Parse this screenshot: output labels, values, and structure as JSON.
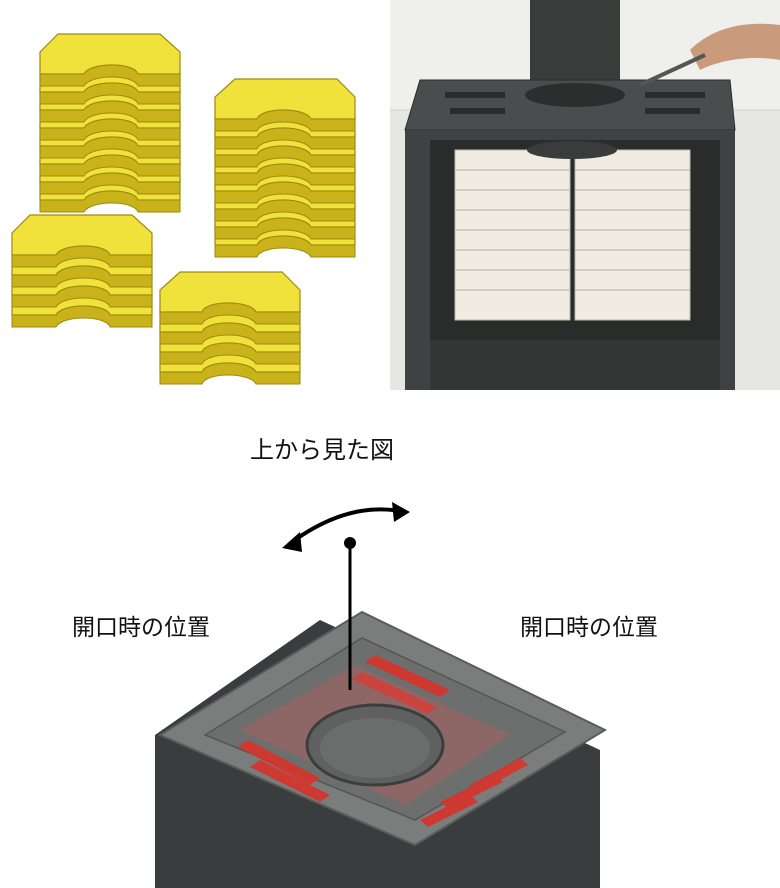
{
  "labels": {
    "top_view": "上から見た図",
    "closed_position_left": "開口時の位置",
    "closed_position_right": "開口時の位置"
  },
  "colors": {
    "brick_yellow": "#f0e23a",
    "brick_shadow": "#c9b21a",
    "stove_dark": "#3f4242",
    "highlight_red": "#d8332b"
  }
}
